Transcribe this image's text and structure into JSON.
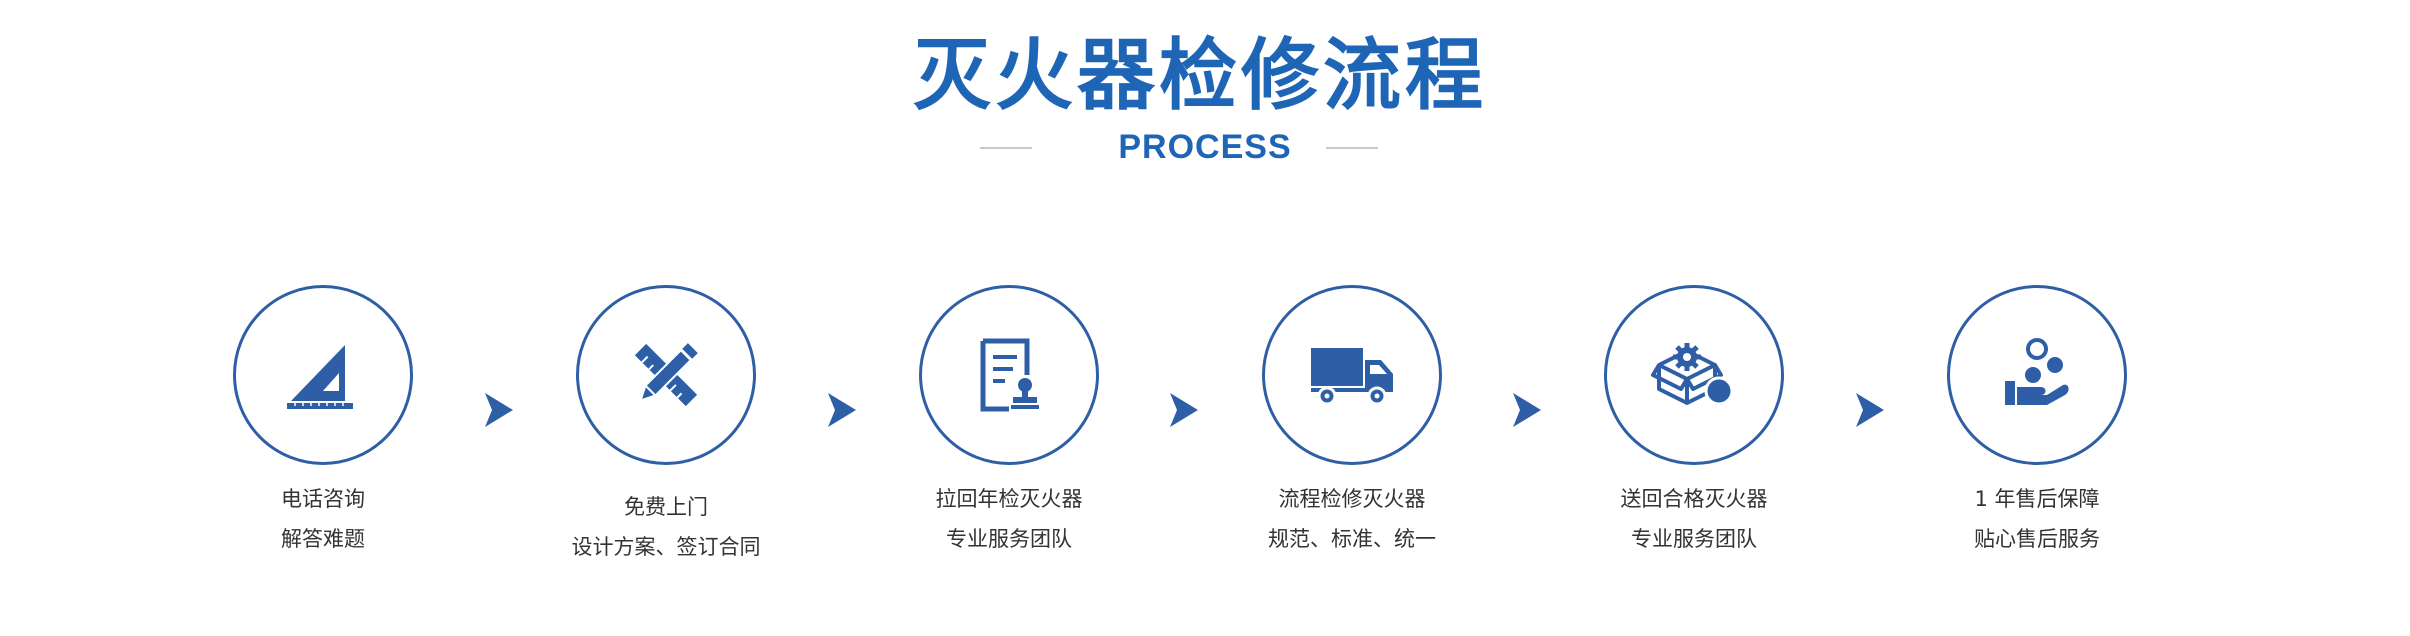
{
  "header": {
    "title": "灭火器检修流程",
    "subtitle": "PROCESS"
  },
  "colors": {
    "accent": "#1e65b6",
    "icon": "#2e5fa6",
    "text": "#333333"
  },
  "steps": [
    {
      "icon": "triangle-ruler-icon",
      "line1": "电话咨询",
      "line2": "解答难题"
    },
    {
      "icon": "pencil-ruler-icon",
      "line1": "免费上门",
      "line2": "设计方案、签订合同"
    },
    {
      "icon": "document-stamp-icon",
      "line1": "拉回年检灭火器",
      "line2": "专业服务团队"
    },
    {
      "icon": "truck-icon",
      "line1": "流程检修灭火器",
      "line2": "规范、标准、统一"
    },
    {
      "icon": "package-gear-icon",
      "line1": "送回合格灭火器",
      "line2": "专业服务团队"
    },
    {
      "icon": "hand-coins-icon",
      "line1": "1 年售后保障",
      "line2": "贴心售后服务"
    }
  ]
}
